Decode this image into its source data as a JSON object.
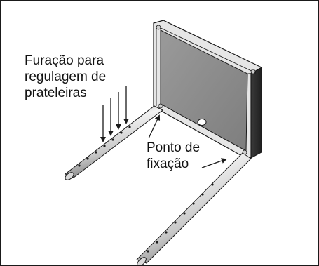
{
  "labels": {
    "holes": [
      "Furação para",
      "regulagem de",
      "prateleiras"
    ],
    "fixation": [
      "Ponto de",
      "fixação"
    ]
  },
  "colors": {
    "line": "#1a1a1a",
    "panel_face": "#8a8a8a",
    "frame_light": "#e6e6e6",
    "frame_dark": "#2b2b2b",
    "tube_light": "#f2f2f2",
    "tube_mid": "#bdbdbd",
    "tube_dark": "#7a7a7a"
  }
}
